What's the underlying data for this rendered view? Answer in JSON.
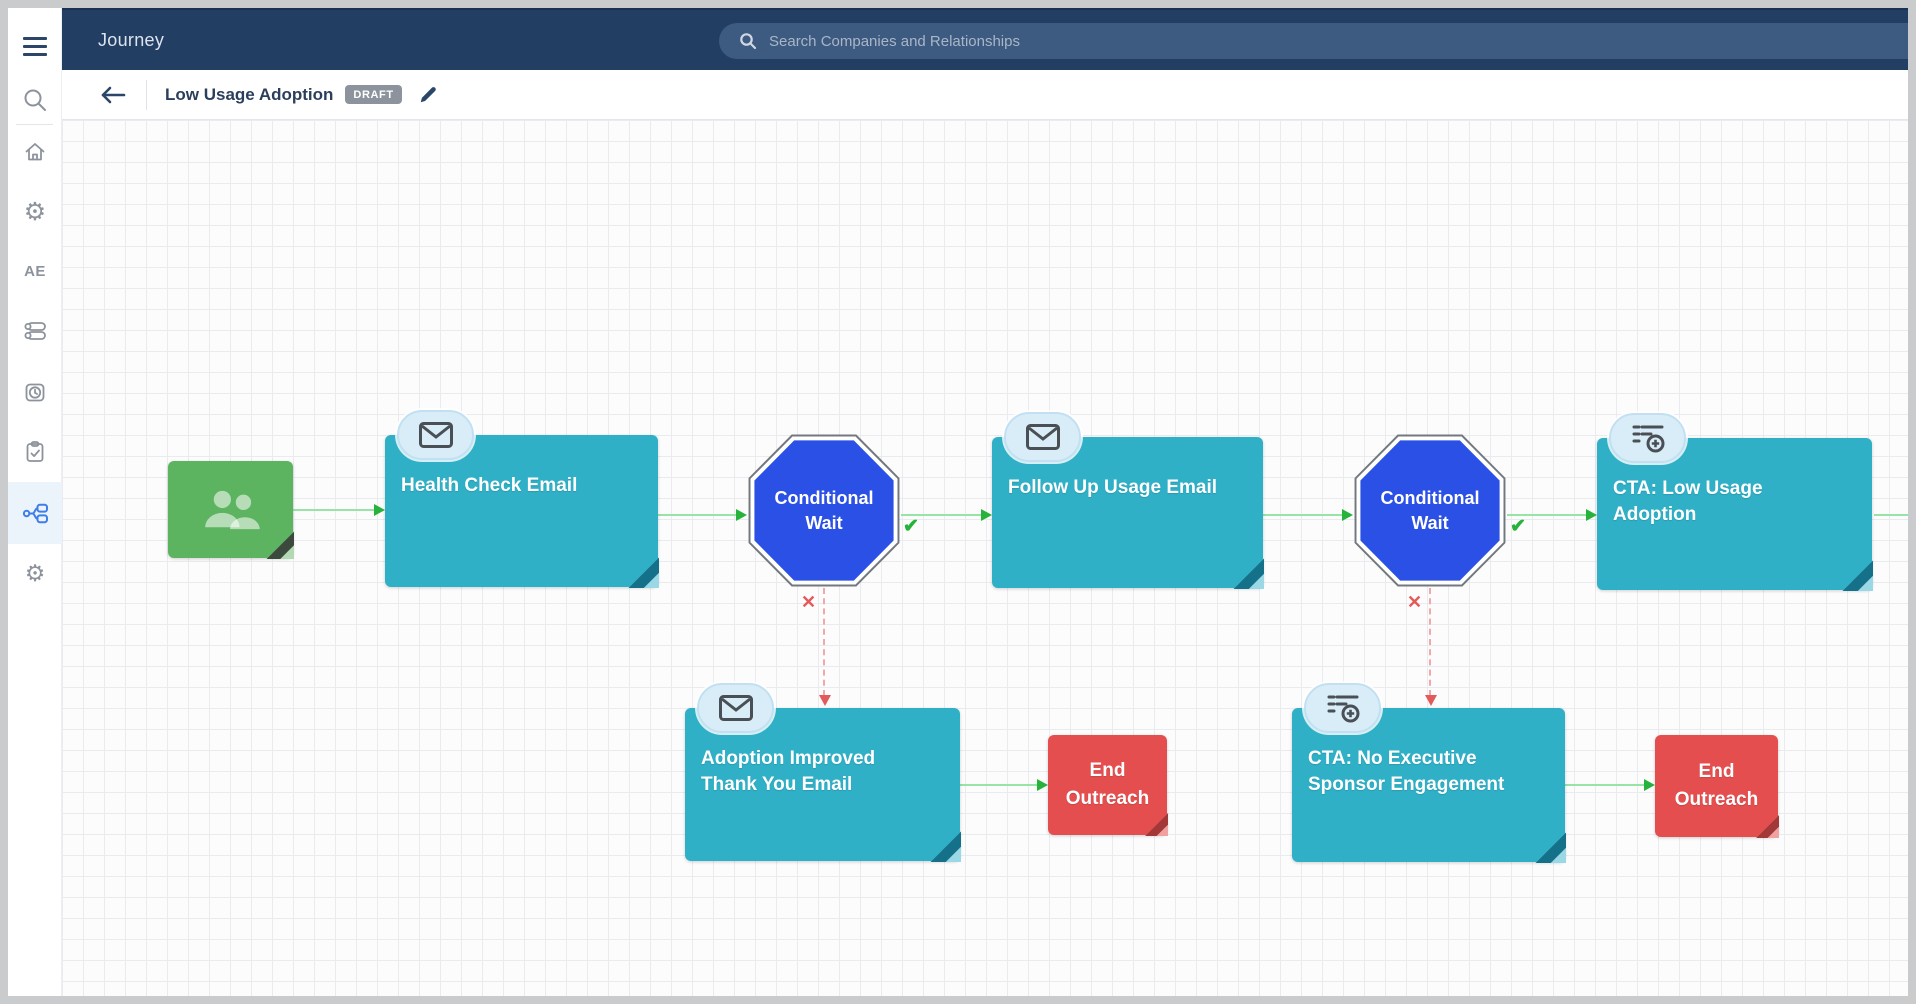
{
  "topbar": {
    "app_title": "Journey",
    "search": {
      "placeholder": "Search Companies and Relationships",
      "value": ""
    }
  },
  "subheader": {
    "title": "Low Usage Adoption",
    "status_badge": "DRAFT"
  },
  "sidebar": {
    "ae_label": "AE",
    "items": [
      "menu",
      "search",
      "home",
      "gear",
      "ae",
      "sliders",
      "timer",
      "clipboard-check",
      "journey-flow",
      "settings-gear"
    ],
    "active_item": "journey-flow"
  },
  "glyphs": {
    "gear": "⚙",
    "check": "✔",
    "cross": "✕"
  },
  "colors": {
    "navy": "#223e63",
    "teal": "#2fb0c7",
    "octagon_blue": "#2b50e6",
    "start_green": "#5db460",
    "end_red": "#e54e4e",
    "success_green": "#27b33b",
    "fail_red": "#e45a5a",
    "active_blue": "#3f7de8"
  },
  "flow": {
    "nodes": [
      {
        "id": "start",
        "type": "start",
        "label": ""
      },
      {
        "id": "health-check-email",
        "type": "email",
        "label": "Health Check Email"
      },
      {
        "id": "conditional-wait-1",
        "type": "conditional-wait",
        "label": "Conditional Wait"
      },
      {
        "id": "follow-up-usage-email",
        "type": "email",
        "label": "Follow Up Usage Email"
      },
      {
        "id": "conditional-wait-2",
        "type": "conditional-wait",
        "label": "Conditional Wait"
      },
      {
        "id": "cta-low-usage-adoption",
        "type": "cta",
        "label": "CTA: Low Usage Adoption"
      },
      {
        "id": "adoption-improved-thank-you-email",
        "type": "email",
        "label": "Adoption Improved Thank You Email"
      },
      {
        "id": "end-outreach-1",
        "type": "end",
        "label": "End Outreach"
      },
      {
        "id": "cta-no-executive-sponsor-engagement",
        "type": "cta",
        "label": "CTA: No Executive Sponsor Engagement"
      },
      {
        "id": "end-outreach-2",
        "type": "end",
        "label": "End Outreach"
      }
    ]
  }
}
